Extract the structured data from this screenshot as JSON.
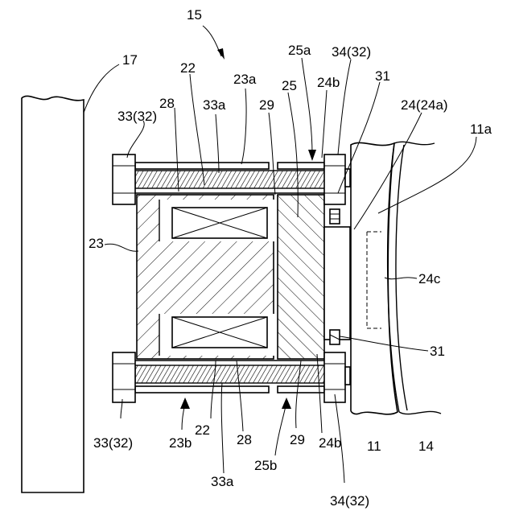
{
  "labels": {
    "l15": "15",
    "l17": "17",
    "l22_top": "22",
    "l23a": "23a",
    "l33a_top": "33a",
    "l28_top": "28",
    "l33_32_top": "33(32)",
    "l29_top": "29",
    "l25": "25",
    "l25a": "25a",
    "l34_32_top": "34(32)",
    "l24b_top": "24b",
    "l31_top": "31",
    "l24_24a": "24(24a)",
    "l11a": "11a",
    "l23": "23",
    "l24c": "24c",
    "l31_bot": "31",
    "l33_32_bot": "33(32)",
    "l22_bot": "22",
    "l28_bot": "28",
    "l29_bot": "29",
    "l24b_bot": "24b",
    "l11": "11",
    "l14": "14",
    "l23b": "23b",
    "l33a_bot": "33a",
    "l25b": "25b",
    "l34_32_bot": "34(32)"
  }
}
